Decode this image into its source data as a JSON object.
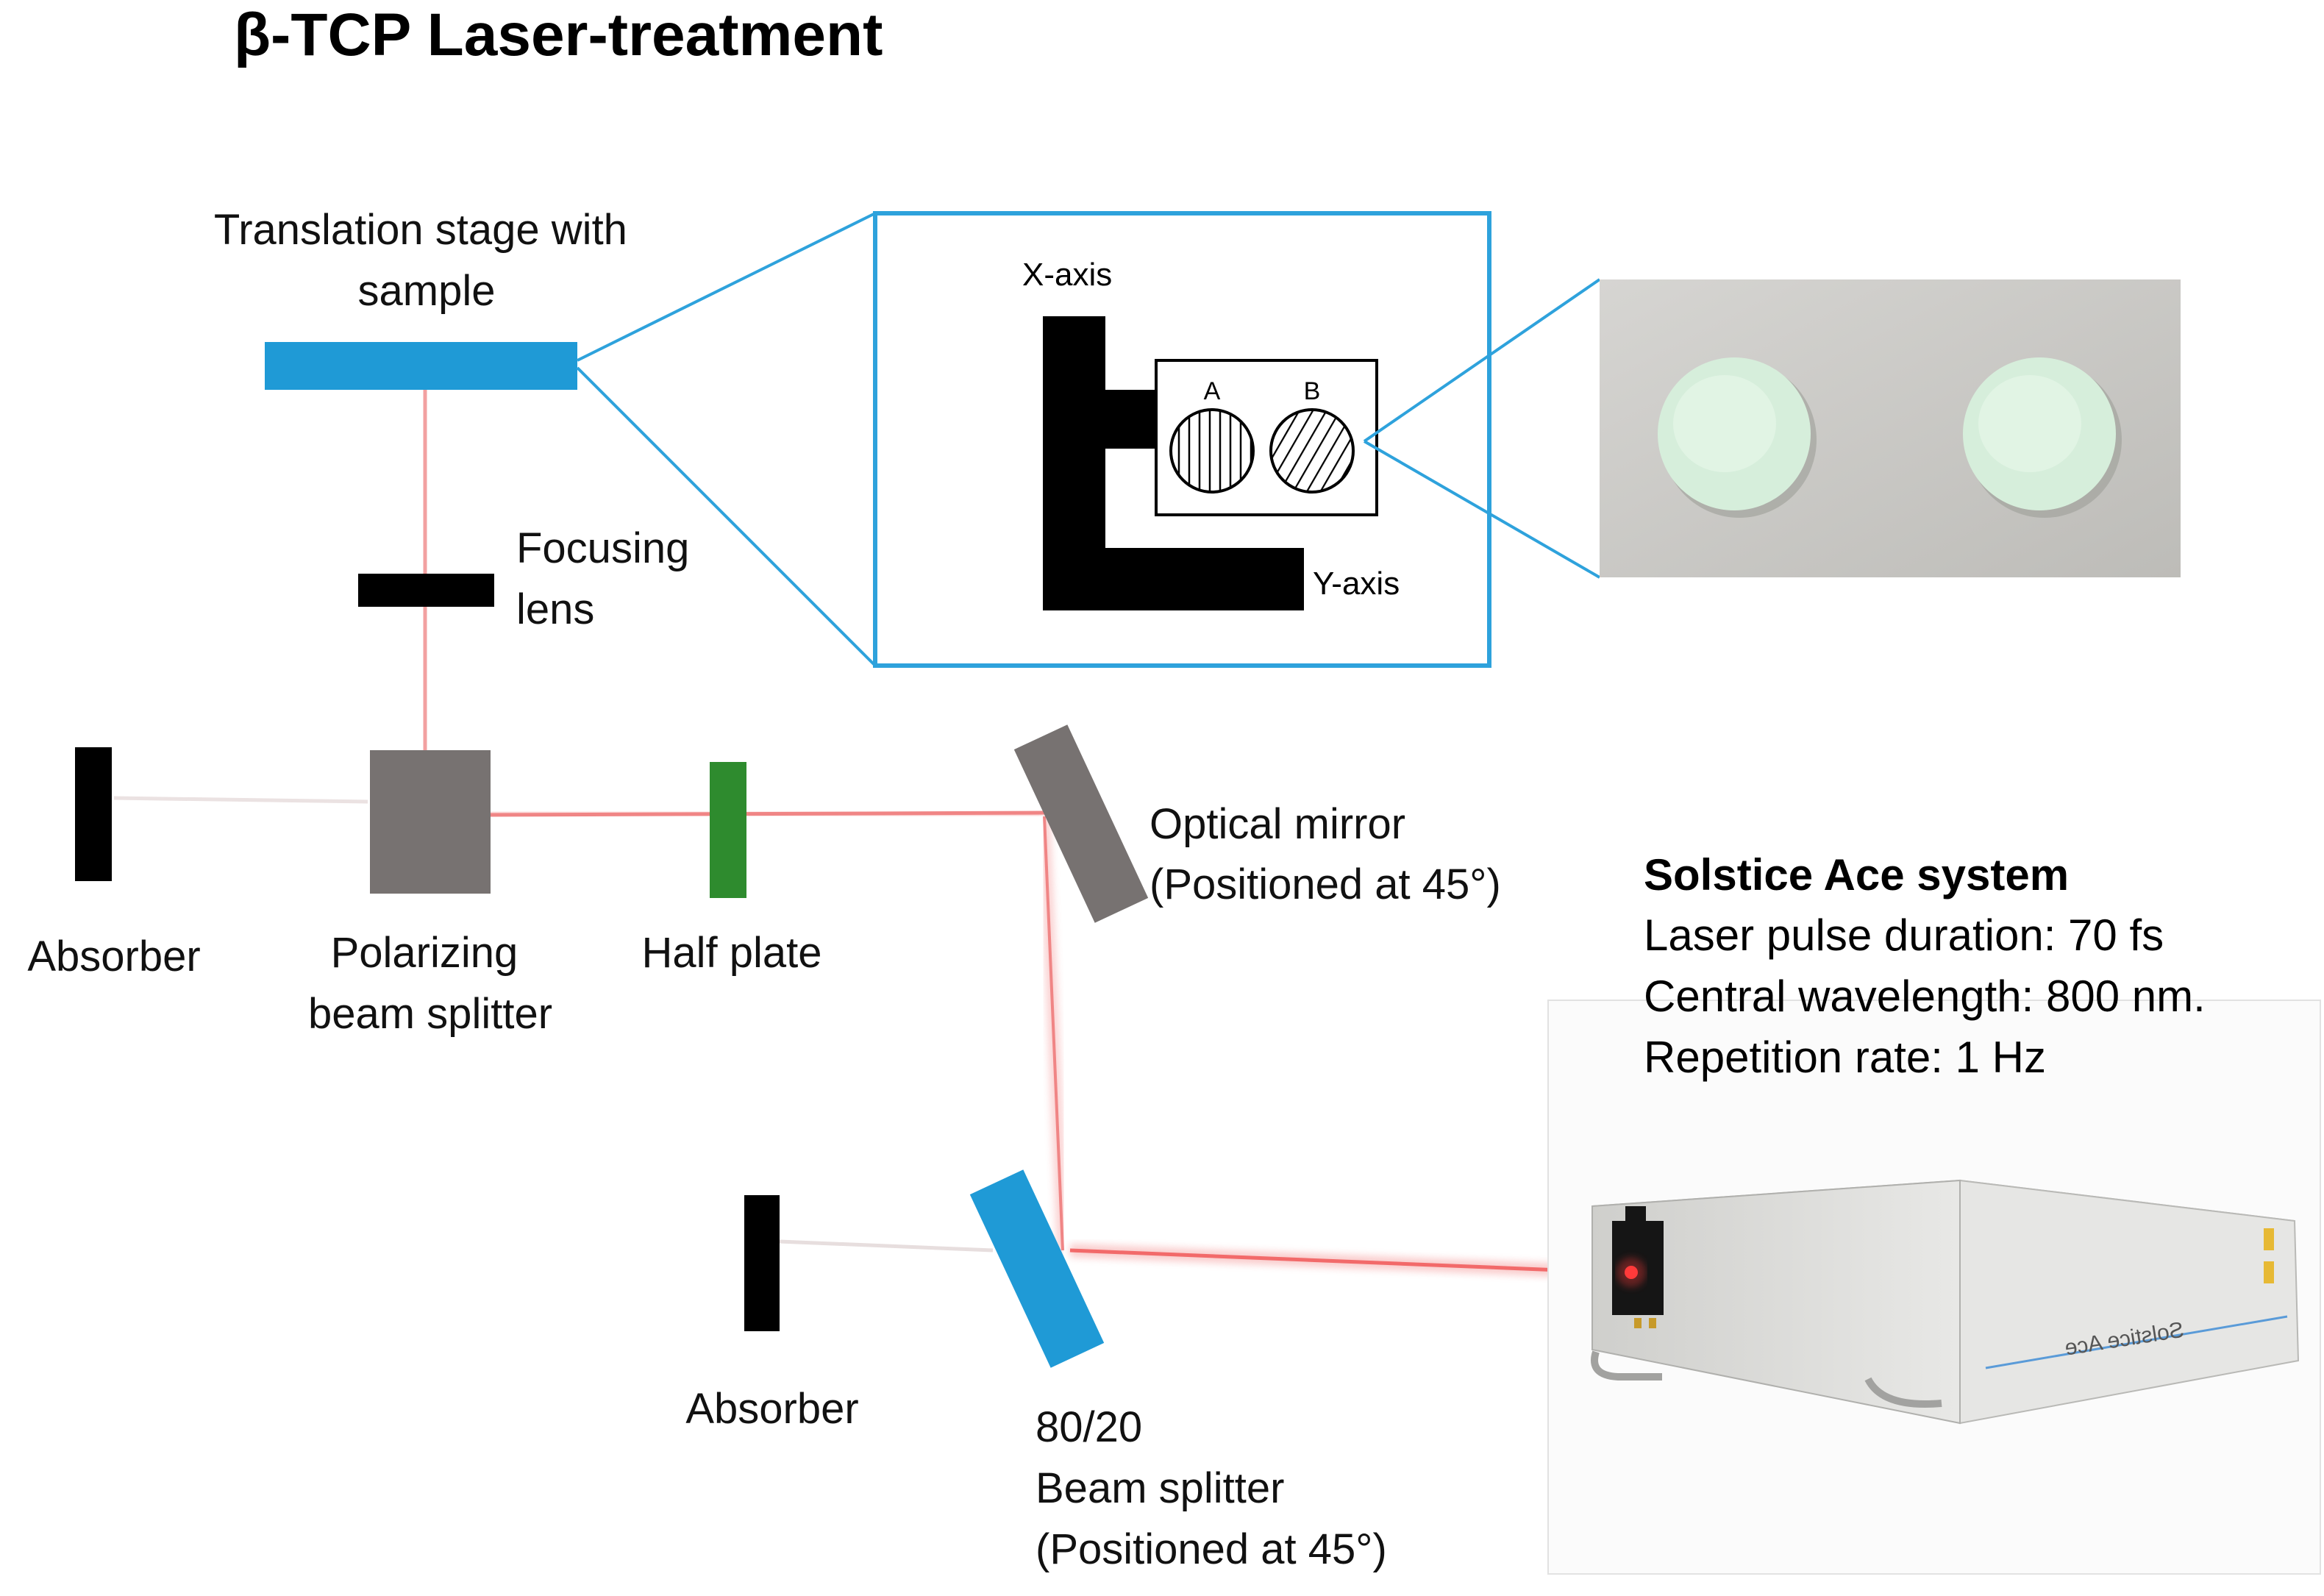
{
  "title": "β-TCP Laser-treatment",
  "labels": {
    "translation_stage": [
      "Translation stage with",
      "sample"
    ],
    "focusing_lens": [
      "Focusing",
      "lens"
    ],
    "absorber_left": "Absorber",
    "polarizing_bs": [
      "Polarizing",
      "beam splitter"
    ],
    "half_plate": "Half plate",
    "optical_mirror": [
      "Optical mirror",
      "(Positioned at 45°)"
    ],
    "absorber_bottom": "Absorber",
    "beam_splitter_8020": [
      "80/20",
      "Beam splitter",
      "(Positioned at 45°)"
    ]
  },
  "inset": {
    "x_axis": "X-axis",
    "y_axis": "Y-axis",
    "sample_a": "A",
    "sample_b": "B"
  },
  "laser_system": {
    "name": "Solstice Ace system",
    "specs": [
      "Laser pulse duration: 70 fs",
      "Central wavelength: 800 nm.",
      "Repetition rate: 1 Hz"
    ],
    "device_brand": "Solstice Ace"
  },
  "colors": {
    "beam": "#f06e6e",
    "stage_blue": "#1f9ad6",
    "inset_border": "#2ea2dc",
    "splitter_gray": "#777271",
    "half_plate_green": "#2e8b2e"
  }
}
